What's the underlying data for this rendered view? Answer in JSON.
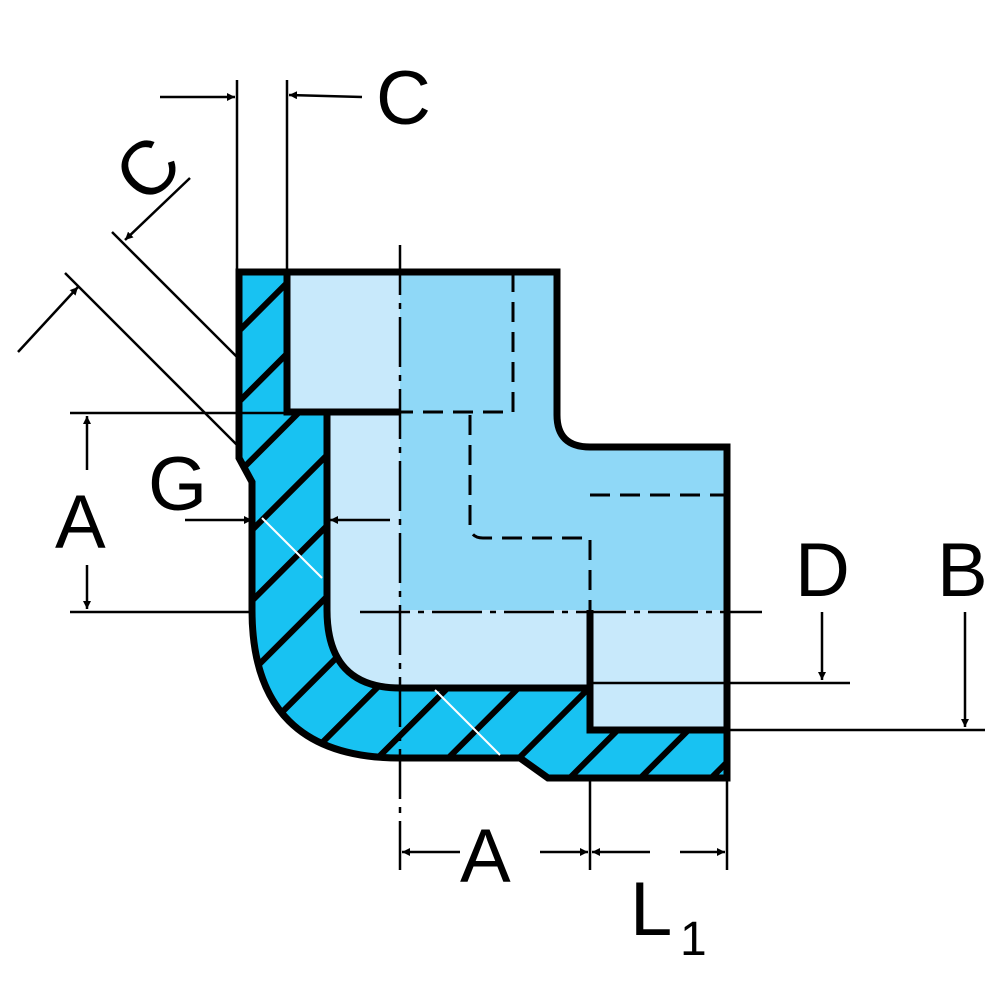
{
  "title": "90 degree elbow fitting dimension diagram",
  "labels": {
    "c_top": "C",
    "c_diag": "C",
    "g": "G",
    "a_left": "A",
    "a_bottom": "A",
    "d": "D",
    "b": "B",
    "l": "L",
    "l_sub": "1"
  },
  "colors": {
    "wall": "#18c2f2",
    "body": "#8fd8f7",
    "bore": "#c8e9fb",
    "line": "#000000"
  }
}
